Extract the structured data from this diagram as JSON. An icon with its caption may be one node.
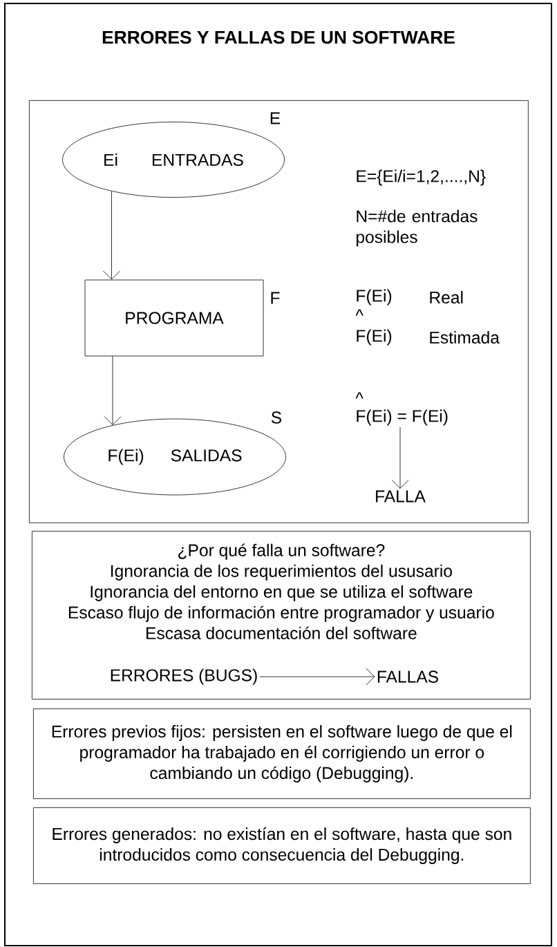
{
  "diagram": {
    "title": "ERRORES Y FALLAS DE UN SOFTWARE",
    "nodes": [
      {
        "text": [],
        "shape": "box"
      },
      {
        "text": [
          "Ei",
          "ENTRADAS"
        ],
        "in": 0,
        "beside": [
          "E"
        ]
      },
      {
        "text": [
          "PROGRAMA"
        ],
        "in": 0,
        "beside": [
          "F"
        ]
      },
      {
        "text": [
          "F(Ei)",
          "SALIDAS"
        ],
        "in": 0,
        "beside": [
          "S"
        ]
      },
      {
        "text": [
          "F(Ei) = F(Ei)"
        ],
        "in": 0
      },
      {
        "text": [
          "FALLA"
        ],
        "in": 0
      },
      {
        "text": [
          "¿Por qué falla un software?",
          "Ignorancia de los requerimientos del ususario",
          "Ignorancia del entorno en que se utiliza el software",
          "Escaso flujo de información entre programador y usuario",
          "Escasa documentación del software"
        ]
      },
      {
        "text": [
          "ERRORES (BUGS)"
        ],
        "in": 6
      },
      {
        "text": [
          "FALLAS"
        ],
        "in": 6
      },
      {
        "text": [
          "Errores previos fijos: persisten en el software luego de que el programador ha trabajado en él corrigiendo un error o cambiando un código (Debugging)."
        ]
      },
      {
        "text": [
          "Errores generados: no existían en el software, hasta que son introducidos como consecuencia del Debugging."
        ]
      }
    ],
    "edges": [
      {
        "from": 1,
        "to": 2,
        "arrow": "to"
      },
      {
        "from": 2,
        "to": 3,
        "arrow": "to"
      },
      {
        "from": 4,
        "to": 5,
        "arrow": "to"
      },
      {
        "from": 7,
        "to": 8,
        "arrow": "to"
      }
    ],
    "labels": [
      "E={Ei/i=1,2,....,N}",
      "N=#de entradas posibles",
      "F(Ei)",
      "Real",
      "^",
      "F(Ei)",
      "Estimada",
      "^"
    ]
  }
}
